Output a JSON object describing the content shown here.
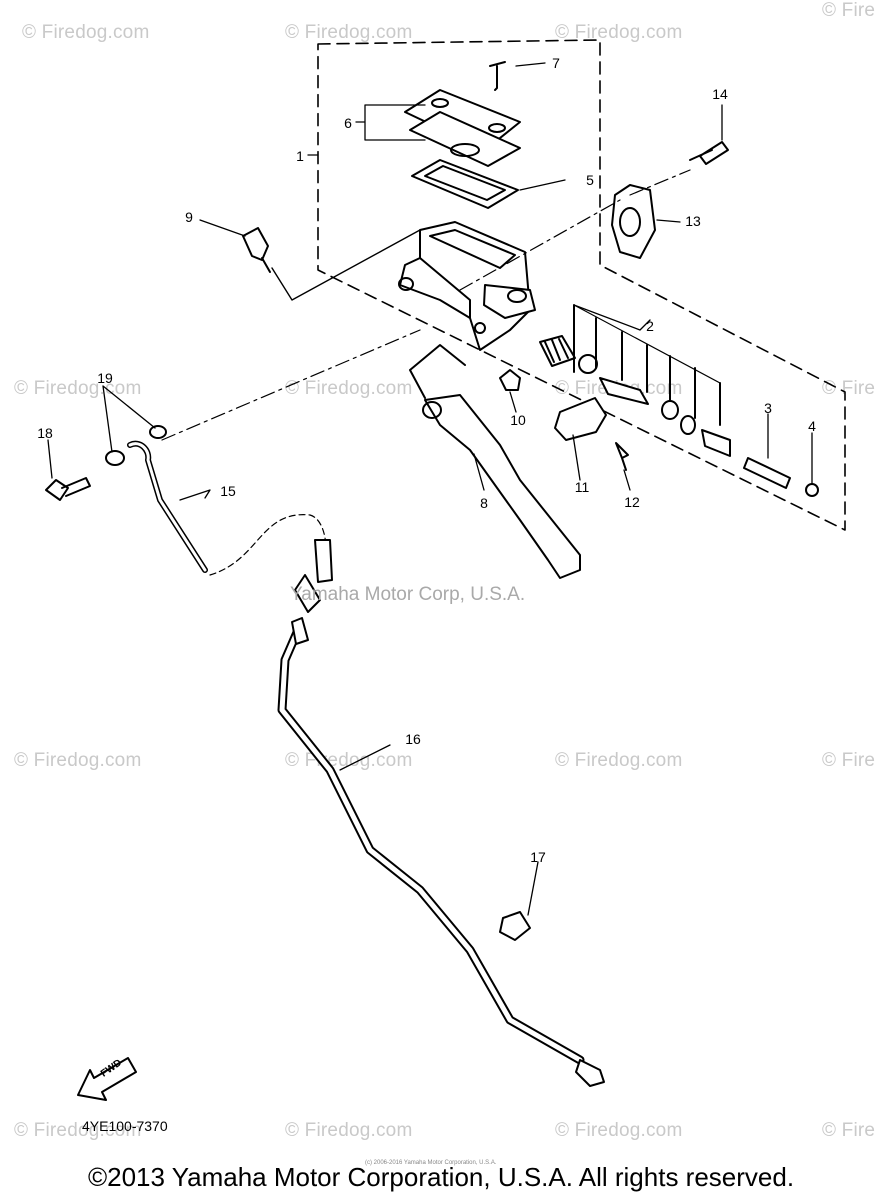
{
  "watermarks": [
    "© Firedog.com",
    "© Firedog.com",
    "© Firedog.com",
    "© Fire",
    "© Firedog.com",
    "© Firedog.com",
    "© Firedog.com",
    "© Fire",
    "© Firedog.com",
    "© Firedog.com",
    "© Firedog.com",
    "© Fire",
    "© Firedog.com",
    "© Firedog.com",
    "© Firedog.com",
    "© Fire"
  ],
  "corp_mark": "Yamaha Motor Corp, U.S.A.",
  "diagram_code": "4YE100-7370",
  "fwd_label": "FWD",
  "small_copyright": "(c) 2006-2016 Yamaha Motor Corporation, U.S.A.",
  "footer_copyright": "©2013 Yamaha Motor Corporation, U.S.A. All rights reserved.",
  "callouts": [
    "1",
    "2",
    "3",
    "4",
    "5",
    "6",
    "7",
    "8",
    "9",
    "10",
    "11",
    "12",
    "13",
    "14",
    "15",
    "16",
    "17",
    "18",
    "19"
  ]
}
